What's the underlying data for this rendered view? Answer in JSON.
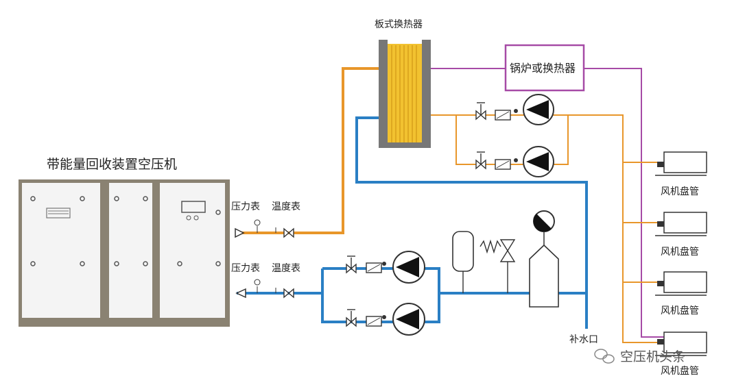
{
  "title": "带能量回收装置空压机",
  "labels": {
    "heat_exchanger": "板式换热器",
    "boiler": "锅炉或换热器",
    "pressure_gauge_1": "压力表",
    "thermometer_1": "温度表",
    "pressure_gauge_2": "压力表",
    "thermometer_2": "温度表",
    "makeup_water": "补水口",
    "watermark": "空压机头条"
  },
  "fan_coils": [
    "风机盘管",
    "风机盘管",
    "风机盘管",
    "风机盘管"
  ],
  "colors": {
    "hot_pipe": "#e8962a",
    "cold_pipe": "#2a7fc4",
    "boiler_pipe": "#a64aa6",
    "cabinet_fill": "#f4f4f4",
    "cabinet_frame": "#8a8272",
    "exchanger_core": "#f2c230"
  },
  "icons": [
    "pump-icon",
    "valve-icon",
    "check-valve-icon",
    "strainer-icon",
    "pressure-gauge-icon",
    "expansion-tank-icon",
    "safety-valve-icon",
    "wechat-icon"
  ]
}
